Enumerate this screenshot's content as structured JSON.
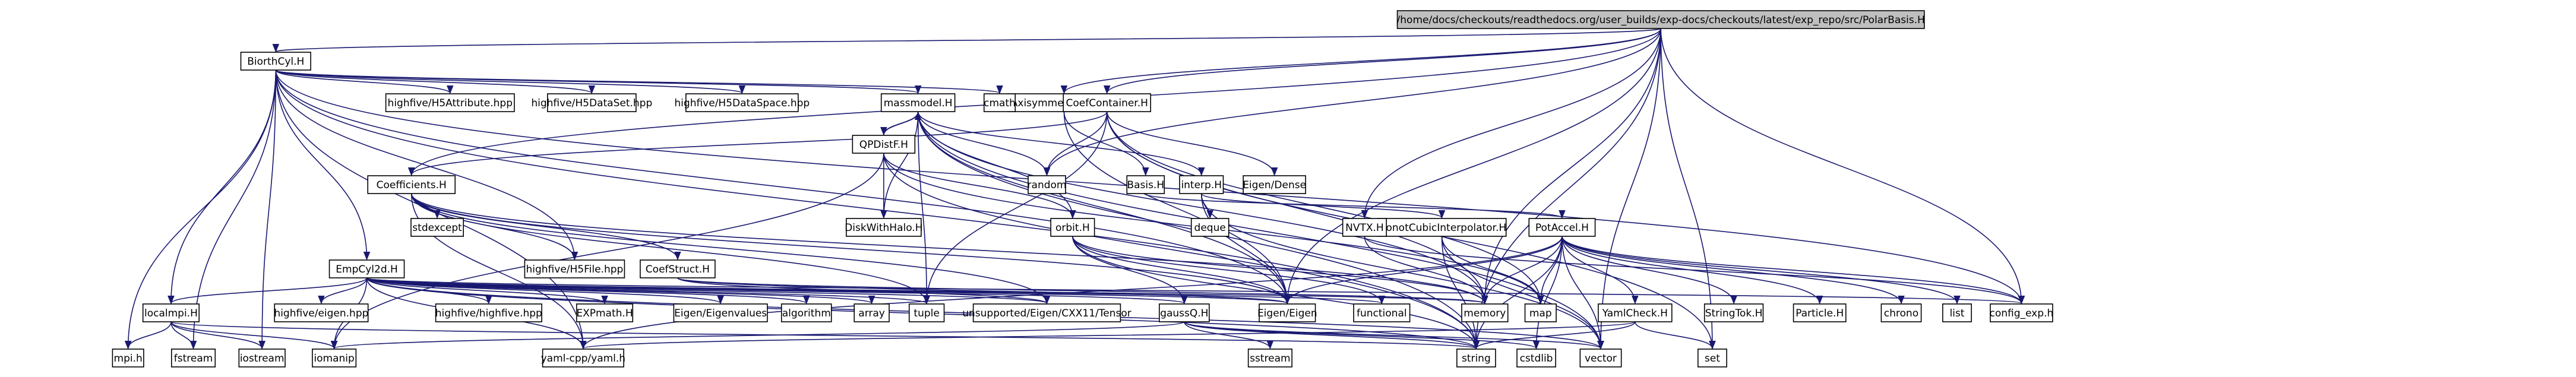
{
  "graph": {
    "title": "PolarBasis.H include dependency graph",
    "edge_color": "#191970",
    "root_fill": "#bfbfbf",
    "node_fill": "#ffffff",
    "nodes": [
      {
        "id": "root",
        "label": "/home/docs/checkouts/readthedocs.org/user_builds/exp-docs/checkouts/latest/exp_repo/src/PolarBasis.H"
      },
      {
        "id": "biorth",
        "label": "BiorthCyl.H"
      },
      {
        "id": "axisym",
        "label": "AxisymmetricBasis.H"
      },
      {
        "id": "coefcont",
        "label": "CoefContainer.H"
      },
      {
        "id": "h5attr",
        "label": "highfive/H5Attribute.hpp"
      },
      {
        "id": "h5dataset",
        "label": "highfive/H5DataSet.hpp"
      },
      {
        "id": "h5dataspace",
        "label": "highfive/H5DataSpace.hpp"
      },
      {
        "id": "massmodel",
        "label": "massmodel.H"
      },
      {
        "id": "cmath",
        "label": "cmath"
      },
      {
        "id": "qpdist",
        "label": "QPDistF.H"
      },
      {
        "id": "coefficients",
        "label": "Coefficients.H"
      },
      {
        "id": "interp",
        "label": "interp.H"
      },
      {
        "id": "random",
        "label": "random"
      },
      {
        "id": "basis",
        "label": "Basis.H"
      },
      {
        "id": "eigendense",
        "label": "Eigen/Dense"
      },
      {
        "id": "diskhalo",
        "label": "DiskWithHalo.H"
      },
      {
        "id": "orbit",
        "label": "orbit.H"
      },
      {
        "id": "deque",
        "label": "deque"
      },
      {
        "id": "monocubic",
        "label": "MonotCubicInterpolator.H"
      },
      {
        "id": "potaccel",
        "label": "PotAccel.H"
      },
      {
        "id": "nvtx",
        "label": "NVTX.H"
      },
      {
        "id": "stdexcept",
        "label": "stdexcept"
      },
      {
        "id": "empcyl",
        "label": "EmpCyl2d.H"
      },
      {
        "id": "h5file",
        "label": "highfive/H5File.hpp"
      },
      {
        "id": "coefstruct",
        "label": "CoefStruct.H"
      },
      {
        "id": "localmpi",
        "label": "localmpi.H"
      },
      {
        "id": "hfeigen",
        "label": "highfive/eigen.hpp"
      },
      {
        "id": "hfhighfive",
        "label": "highfive/highfive.hpp"
      },
      {
        "id": "expmath",
        "label": "EXPmath.H"
      },
      {
        "id": "eigenvalues",
        "label": "Eigen/Eigenvalues"
      },
      {
        "id": "algorithm",
        "label": "algorithm"
      },
      {
        "id": "array",
        "label": "array"
      },
      {
        "id": "tuple",
        "label": "tuple"
      },
      {
        "id": "tensor",
        "label": "unsupported/Eigen/CXX11/Tensor"
      },
      {
        "id": "gaussq",
        "label": "gaussQ.H"
      },
      {
        "id": "eigen",
        "label": "Eigen/Eigen"
      },
      {
        "id": "functional",
        "label": "functional"
      },
      {
        "id": "memory",
        "label": "memory"
      },
      {
        "id": "map",
        "label": "map"
      },
      {
        "id": "yamlcheck",
        "label": "YamlCheck.H"
      },
      {
        "id": "stringtok",
        "label": "StringTok.H"
      },
      {
        "id": "particle",
        "label": "Particle.H"
      },
      {
        "id": "chrono",
        "label": "chrono"
      },
      {
        "id": "list",
        "label": "list"
      },
      {
        "id": "configexp",
        "label": "config_exp.h"
      },
      {
        "id": "mpih",
        "label": "mpi.h"
      },
      {
        "id": "fstream",
        "label": "fstream"
      },
      {
        "id": "iostream",
        "label": "iostream"
      },
      {
        "id": "iomanip",
        "label": "iomanip"
      },
      {
        "id": "yamlcpp",
        "label": "yaml-cpp/yaml.h"
      },
      {
        "id": "sstream",
        "label": "sstream"
      },
      {
        "id": "string",
        "label": "string"
      },
      {
        "id": "cstdlib",
        "label": "cstdlib"
      },
      {
        "id": "vector",
        "label": "vector"
      },
      {
        "id": "set",
        "label": "set"
      }
    ],
    "edges": [
      [
        "root",
        "biorth"
      ],
      [
        "root",
        "axisym"
      ],
      [
        "root",
        "coefcont"
      ],
      [
        "root",
        "coefficients"
      ],
      [
        "root",
        "random"
      ],
      [
        "root",
        "nvtx"
      ],
      [
        "root",
        "eigen"
      ],
      [
        "root",
        "memory"
      ],
      [
        "root",
        "configexp"
      ],
      [
        "root",
        "vector"
      ],
      [
        "root",
        "set"
      ],
      [
        "root",
        "string"
      ],
      [
        "biorth",
        "h5attr"
      ],
      [
        "biorth",
        "h5dataset"
      ],
      [
        "biorth",
        "h5dataspace"
      ],
      [
        "biorth",
        "massmodel"
      ],
      [
        "biorth",
        "cmath"
      ],
      [
        "biorth",
        "empcyl"
      ],
      [
        "biorth",
        "h5file"
      ],
      [
        "biorth",
        "localmpi"
      ],
      [
        "biorth",
        "mpih"
      ],
      [
        "biorth",
        "fstream"
      ],
      [
        "biorth",
        "iostream"
      ],
      [
        "biorth",
        "yamlcpp"
      ],
      [
        "biorth",
        "eigen"
      ],
      [
        "biorth",
        "configexp"
      ],
      [
        "biorth",
        "string"
      ],
      [
        "axisym",
        "basis"
      ],
      [
        "axisym",
        "eigen"
      ],
      [
        "coefcont",
        "coefficients"
      ],
      [
        "coefcont",
        "eigendense"
      ],
      [
        "coefcont",
        "random"
      ],
      [
        "coefcont",
        "tuple"
      ],
      [
        "coefcont",
        "memory"
      ],
      [
        "coefcont",
        "map"
      ],
      [
        "coefcont",
        "set"
      ],
      [
        "massmodel",
        "qpdist"
      ],
      [
        "massmodel",
        "interp"
      ],
      [
        "massmodel",
        "random"
      ],
      [
        "massmodel",
        "orbit"
      ],
      [
        "massmodel",
        "tuple"
      ],
      [
        "massmodel",
        "memory"
      ],
      [
        "massmodel",
        "eigen"
      ],
      [
        "massmodel",
        "vector"
      ],
      [
        "massmodel",
        "string"
      ],
      [
        "qpdist",
        "massmodel"
      ],
      [
        "qpdist",
        "diskhalo"
      ],
      [
        "qpdist",
        "orbit"
      ],
      [
        "qpdist",
        "map"
      ],
      [
        "qpdist",
        "string"
      ],
      [
        "qpdist",
        "iomanip"
      ],
      [
        "diskhalo",
        "massmodel"
      ],
      [
        "coefficients",
        "stdexcept"
      ],
      [
        "coefficients",
        "h5file"
      ],
      [
        "coefficients",
        "coefstruct"
      ],
      [
        "coefficients",
        "tensor"
      ],
      [
        "coefficients",
        "eigen"
      ],
      [
        "coefficients",
        "tuple"
      ],
      [
        "coefficients",
        "memory"
      ],
      [
        "coefficients",
        "yamlcpp"
      ],
      [
        "interp",
        "deque"
      ],
      [
        "interp",
        "monocubic"
      ],
      [
        "interp",
        "eigen"
      ],
      [
        "interp",
        "vector"
      ],
      [
        "basis",
        "potaccel"
      ],
      [
        "orbit",
        "gaussq"
      ],
      [
        "orbit",
        "eigen"
      ],
      [
        "orbit",
        "functional"
      ],
      [
        "orbit",
        "memory"
      ],
      [
        "orbit",
        "string"
      ],
      [
        "monocubic",
        "map"
      ],
      [
        "monocubic",
        "string"
      ],
      [
        "monocubic",
        "vector"
      ],
      [
        "potaccel",
        "yamlcheck"
      ],
      [
        "potaccel",
        "stringtok"
      ],
      [
        "potaccel",
        "particle"
      ],
      [
        "potaccel",
        "chrono"
      ],
      [
        "potaccel",
        "list"
      ],
      [
        "potaccel",
        "configexp"
      ],
      [
        "potaccel",
        "map"
      ],
      [
        "potaccel",
        "memory"
      ],
      [
        "potaccel",
        "eigen"
      ],
      [
        "potaccel",
        "yamlcpp"
      ],
      [
        "potaccel",
        "string"
      ],
      [
        "potaccel",
        "vector"
      ],
      [
        "potaccel",
        "cstdlib"
      ],
      [
        "nvtx",
        "configexp"
      ],
      [
        "nvtx",
        "memory"
      ],
      [
        "empcyl",
        "localmpi"
      ],
      [
        "empcyl",
        "hfeigen"
      ],
      [
        "empcyl",
        "hfhighfive"
      ],
      [
        "empcyl",
        "expmath"
      ],
      [
        "empcyl",
        "eigenvalues"
      ],
      [
        "empcyl",
        "algorithm"
      ],
      [
        "empcyl",
        "array"
      ],
      [
        "empcyl",
        "tuple"
      ],
      [
        "empcyl",
        "tensor"
      ],
      [
        "empcyl",
        "gaussq"
      ],
      [
        "empcyl",
        "eigen"
      ],
      [
        "empcyl",
        "functional"
      ],
      [
        "empcyl",
        "memory"
      ],
      [
        "empcyl",
        "configexp"
      ],
      [
        "empcyl",
        "yamlcpp"
      ],
      [
        "empcyl",
        "iomanip"
      ],
      [
        "empcyl",
        "string"
      ],
      [
        "empcyl",
        "vector"
      ],
      [
        "coefstruct",
        "tensor"
      ],
      [
        "coefstruct",
        "eigen"
      ],
      [
        "coefstruct",
        "memory"
      ],
      [
        "localmpi",
        "mpih"
      ],
      [
        "localmpi",
        "fstream"
      ],
      [
        "localmpi",
        "iostream"
      ],
      [
        "localmpi",
        "iomanip"
      ],
      [
        "localmpi",
        "string"
      ],
      [
        "gaussq",
        "sstream"
      ],
      [
        "gaussq",
        "iomanip"
      ],
      [
        "gaussq",
        "string"
      ],
      [
        "gaussq",
        "cstdlib"
      ],
      [
        "gaussq",
        "vector"
      ],
      [
        "yamlcheck",
        "yamlcpp"
      ],
      [
        "yamlcheck",
        "set"
      ],
      [
        "yamlcheck",
        "string"
      ]
    ]
  }
}
